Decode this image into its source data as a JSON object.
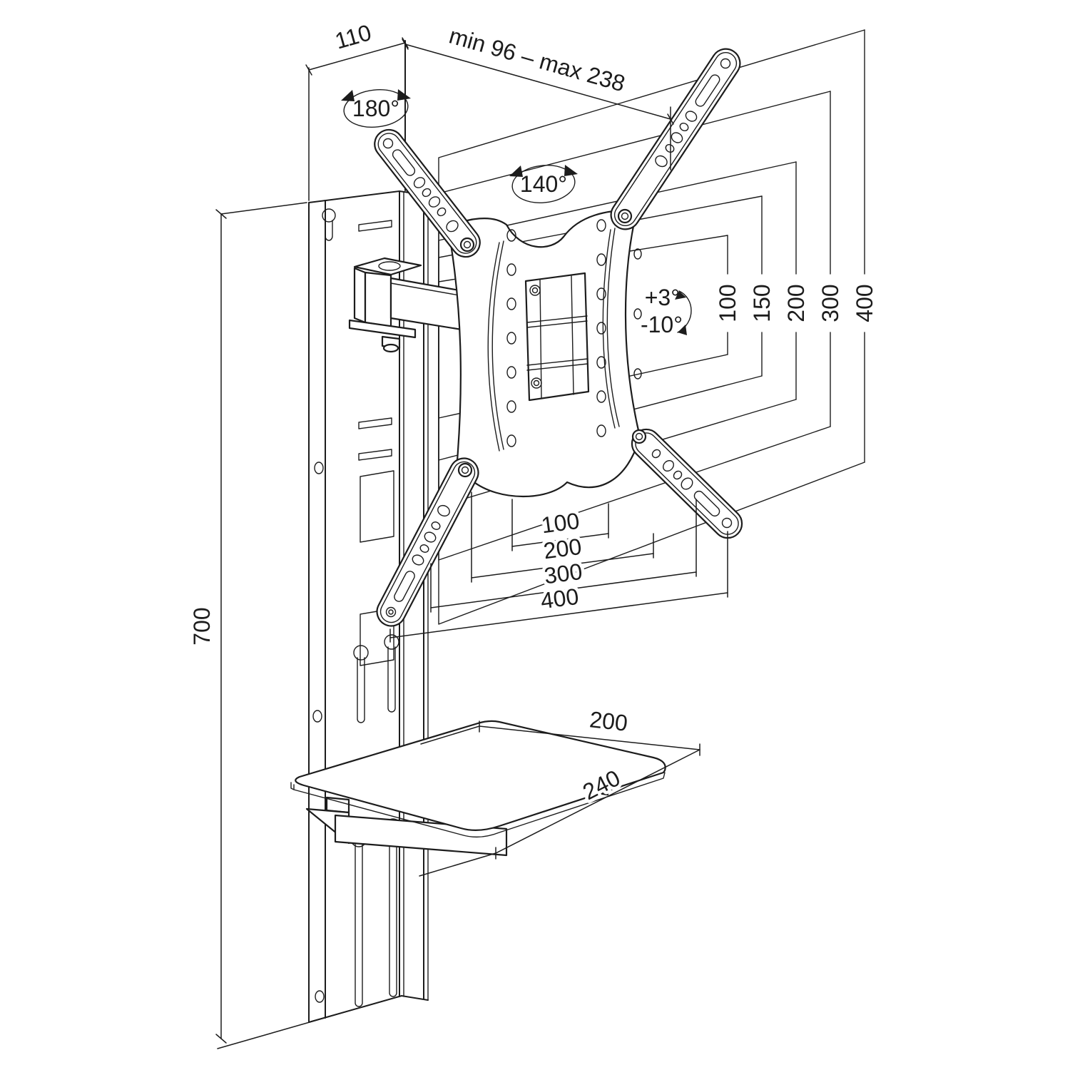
{
  "drawing": {
    "kind": "tv-wall-mount-technical-drawing",
    "line_color": "#1c1c1c",
    "background": "#ffffff"
  },
  "angles": {
    "wall_swivel": "180°",
    "plate_swivel": "140°",
    "tilt_up": "+3°",
    "tilt_down": "-10°"
  },
  "dimensions": {
    "wall_depth": "110",
    "extension_range": "min 96 – max 238",
    "rail_height": "700",
    "vesa_vertical": [
      "100",
      "150",
      "200",
      "300",
      "400"
    ],
    "vesa_horizontal": [
      "100",
      "200",
      "300",
      "400"
    ],
    "shelf_depth": "200",
    "shelf_width": "240"
  }
}
